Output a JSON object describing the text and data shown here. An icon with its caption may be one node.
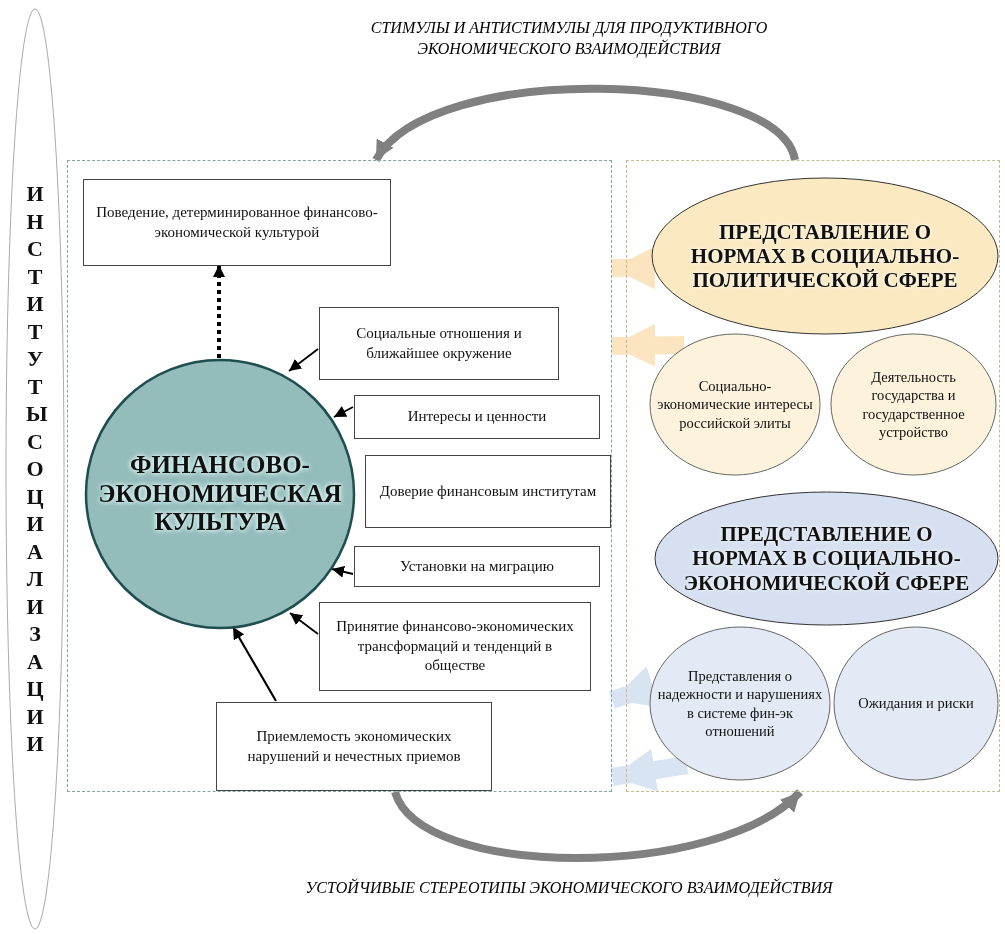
{
  "diagram": {
    "nodes": [
      {
        "text": [
          "ИНСТИТУТЫ СОЦИАЛИЗАЦИИ"
        ]
      },
      {
        "text": [],
        "shape": "box"
      },
      {
        "text": [
          "Поведение, детерминированное финансово-экономической культурой"
        ],
        "in": 1
      },
      {
        "text": [
          "ФИНАНСОВО-ЭКОНОМИЧЕСКАЯ КУЛЬТУРА"
        ],
        "in": 1
      },
      {
        "text": [
          "Социальные отношения и ближайшее окружение"
        ],
        "in": 1
      },
      {
        "text": [
          "Интересы и ценности"
        ],
        "in": 1
      },
      {
        "text": [
          "Доверие финансовым институтам"
        ],
        "in": 1
      },
      {
        "text": [
          "Установки на миграцию"
        ],
        "in": 1
      },
      {
        "text": [
          "Принятие финансово-экономических трансформаций и тенденций в обществе"
        ],
        "in": 1
      },
      {
        "text": [
          "Приемлемость экономических нарушений и нечестных приемов"
        ],
        "in": 1
      },
      {
        "text": [],
        "shape": "box"
      },
      {
        "text": [
          "ПРЕДСТАВЛЕНИЕ О НОРМАХ В СОЦИАЛЬНО-ПОЛИТИЧЕСКОЙ СФЕРЕ"
        ],
        "in": 10
      },
      {
        "text": [
          "Социально-экономические интересы российской элиты"
        ],
        "in": 10
      },
      {
        "text": [
          "Деятельность государства и государственное устройство"
        ],
        "in": 10
      },
      {
        "text": [
          "ПРЕДСТАВЛЕНИЕ О НОРМАХ В СОЦИАЛЬНО-ЭКОНОМИЧЕСКОЙ СФЕРЕ"
        ],
        "in": 10
      },
      {
        "text": [
          "Представления о надежности и нарушениях в системе фин-эк отношений"
        ],
        "in": 10
      },
      {
        "text": [
          "Ожидания и риски"
        ],
        "in": 10
      }
    ],
    "edges": [
      {
        "from": 3,
        "to": 2,
        "arrow": "to",
        "style": "dashed"
      },
      {
        "from": 4,
        "to": 3,
        "arrow": "to"
      },
      {
        "from": 5,
        "to": 3,
        "arrow": "to"
      },
      {
        "from": 7,
        "to": 3,
        "arrow": "to"
      },
      {
        "from": 8,
        "to": 3,
        "arrow": "to"
      },
      {
        "from": 9,
        "to": 3,
        "arrow": "to"
      },
      {
        "from": 10,
        "to": 1,
        "arrow": "to",
        "label": "СТИМУЛЫ И АНТИСТИМУЛЫ ДЛЯ ПРОДУКТИВНОГО ЭКОНОМИЧЕСКОГО ВЗАИМОДЕЙСТВИЯ",
        "style": "thick",
        "color": "#808080"
      },
      {
        "from": 1,
        "to": 10,
        "arrow": "to",
        "label": "УСТОЙЧИВЫЕ СТЕРЕОТИПЫ ЭКОНОМИЧЕСКОГО ВЗАИМОДЕЙСТВИЯ",
        "style": "thick",
        "color": "#808080"
      },
      {
        "from": 11,
        "to": 1,
        "arrow": "to",
        "style": "thick",
        "color": "#fbe5c0"
      },
      {
        "from": 12,
        "to": 1,
        "arrow": "to",
        "style": "thick",
        "color": "#fbe5c0"
      },
      {
        "from": 15,
        "to": 1,
        "arrow": "to",
        "style": "thick",
        "color": "#d9e4f2"
      },
      {
        "from": 15,
        "to": 1,
        "arrow": "to",
        "style": "thick",
        "color": "#d9e4f2"
      }
    ]
  }
}
